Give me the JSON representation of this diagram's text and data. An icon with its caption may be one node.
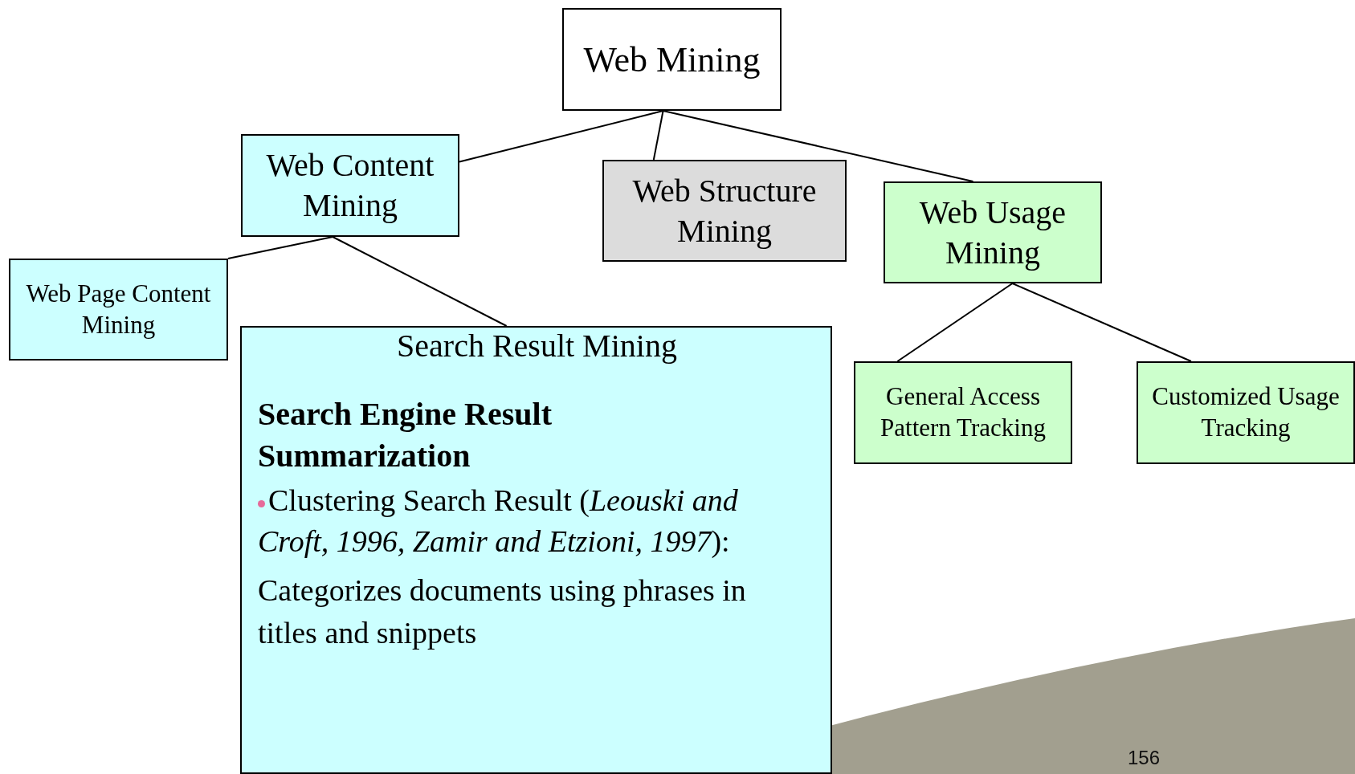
{
  "diagram": {
    "nodes": [
      {
        "text": [
          "Web Mining"
        ]
      },
      {
        "text": [
          "Web Content Mining"
        ]
      },
      {
        "text": [
          "Web Structure Mining"
        ]
      },
      {
        "text": [
          "Web Usage Mining"
        ]
      },
      {
        "text": [
          "Web Page Content Mining"
        ]
      },
      {
        "text": [
          "Search Result Mining",
          "Search Engine Result Summarization",
          "Clustering Search Result (*Leouski and Croft, 1996, Zamir and Etzioni, 1997*):",
          "Categorizes documents using phrases in titles and snippets"
        ]
      },
      {
        "text": [
          "General Access Pattern Tracking"
        ]
      },
      {
        "text": [
          "Customized Usage Tracking"
        ]
      }
    ],
    "edges": [
      {
        "from": 0,
        "to": 1,
        "arrow": "none"
      },
      {
        "from": 0,
        "to": 2,
        "arrow": "none"
      },
      {
        "from": 0,
        "to": 3,
        "arrow": "none"
      },
      {
        "from": 1,
        "to": 4,
        "arrow": "none"
      },
      {
        "from": 1,
        "to": 5,
        "arrow": "none"
      },
      {
        "from": 3,
        "to": 6,
        "arrow": "none"
      },
      {
        "from": 3,
        "to": 7,
        "arrow": "none"
      }
    ],
    "labels": [
      "156"
    ]
  }
}
